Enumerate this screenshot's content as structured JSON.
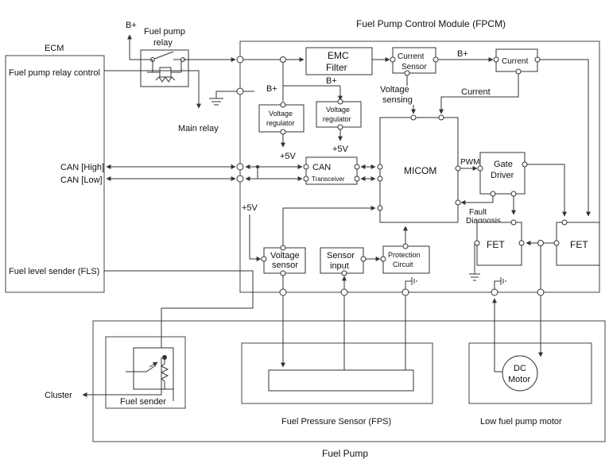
{
  "fpcm": {
    "title": "Fuel Pump Control Module (FPCM)"
  },
  "ecm": {
    "title": "ECM",
    "relay_control": "Fuel pump relay control",
    "can_high": "CAN [High]",
    "can_low": "CAN [Low]",
    "fls": "Fuel level sender (FLS)"
  },
  "relay": {
    "b_plus": "B+",
    "line1": "Fuel pump",
    "line2": "relay",
    "main_relay": "Main relay"
  },
  "blocks": {
    "emc_line1": "EMC",
    "emc_line2": "Filter",
    "cs_line1": "Current",
    "cs_line2": "Sensor",
    "b_plus_a": "B+",
    "b_plus_b": "B+",
    "b_plus_c": "B+",
    "current_box": "Current",
    "current_label": "Current",
    "vs_line1": "Voltage",
    "vs_line2": "sensing",
    "vr1_line1": "Voltage",
    "vr1_line2": "regulator",
    "vr2_line1": "Voltage",
    "vr2_line2": "regulator",
    "plus5v_a": "+5V",
    "plus5v_b": "+5V",
    "plus5v_c": "+5V",
    "can_label": "CAN",
    "transceiver": "Transceiver",
    "micom": "MICOM",
    "pwm": "PWM",
    "gate_line1": "Gate",
    "gate_line2": "Driver",
    "fault_line1": "Fault",
    "fault_line2": "Diagnosis",
    "fet_left": "FET",
    "fet_right": "FET",
    "vsens_line1": "Voltage",
    "vsens_line2": "sensor",
    "sin_line1": "Sensor",
    "sin_line2": "input",
    "prot_line1": "Protection",
    "prot_line2": "Circuit"
  },
  "pump": {
    "title": "Fuel Pump",
    "fuel_sender": "Fuel sender",
    "cluster": "Cluster",
    "fps": "Fuel Pressure Sensor (FPS)",
    "motor_line1": "DC",
    "motor_line2": "Motor",
    "motor_label": "Low fuel pump motor"
  }
}
